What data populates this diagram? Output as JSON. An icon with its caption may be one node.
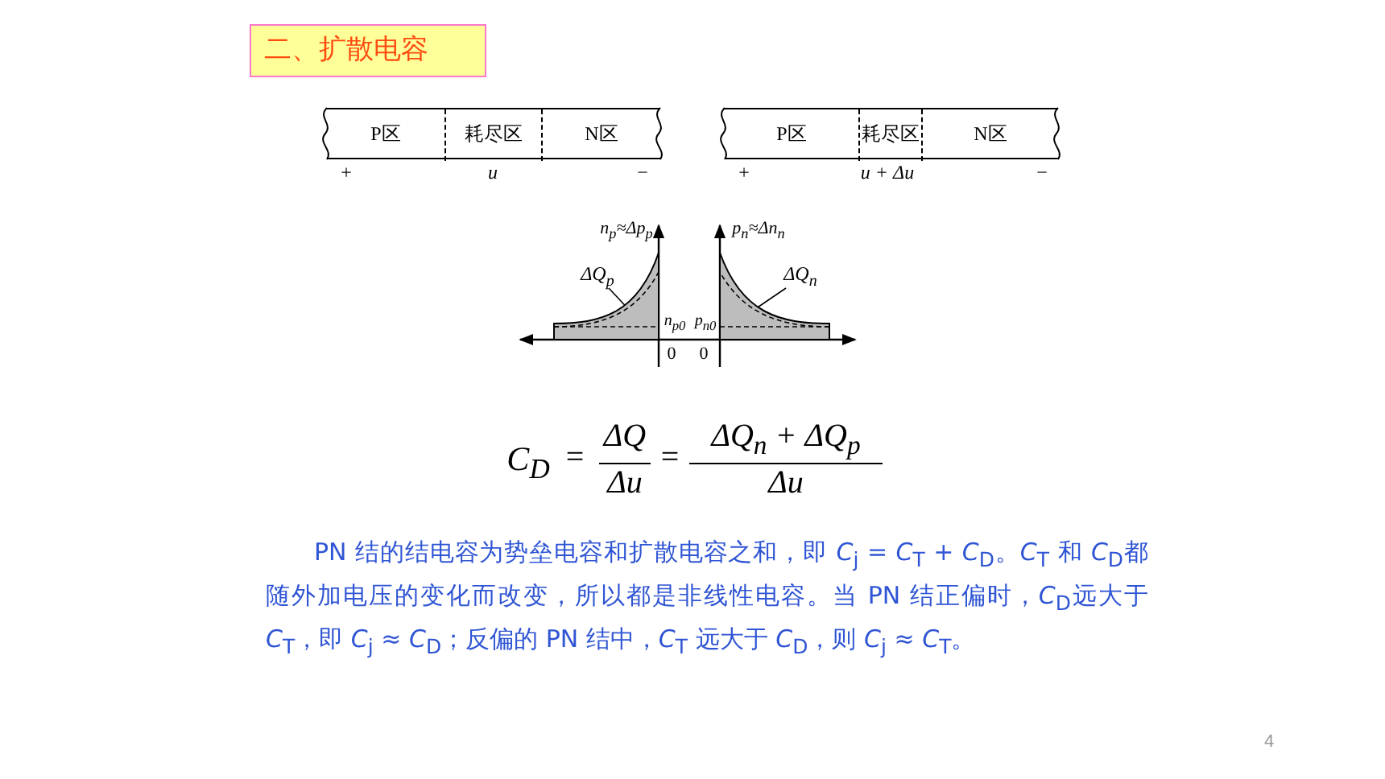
{
  "diagram": {
    "nodes": [
      {
        "text": [
          "二、扩散电容"
        ]
      },
      {
        "text": [],
        "shape": "bar"
      },
      {
        "text": [
          "P区"
        ],
        "in": 1
      },
      {
        "text": [
          "耗尽区"
        ],
        "in": 1
      },
      {
        "text": [
          "N区"
        ],
        "in": 1
      },
      {
        "text": [],
        "shape": "bar"
      },
      {
        "text": [
          "P区"
        ],
        "in": 5
      },
      {
        "text": [
          "耗尽区"
        ],
        "in": 5
      },
      {
        "text": [
          "N区"
        ],
        "in": 5
      },
      {
        "text": [
          "ΔQ$_{p}$"
        ]
      },
      {
        "text": [],
        "shape": "area"
      },
      {
        "text": [
          "ΔQ$_{n}$"
        ]
      },
      {
        "text": [],
        "shape": "area"
      }
    ],
    "edges": [
      {
        "from": 9,
        "to": 10,
        "arrow": "none"
      },
      {
        "from": 11,
        "to": 12,
        "arrow": "none"
      }
    ],
    "labels": [
      "+",
      "u",
      "−",
      "+",
      "u + Δu",
      "−",
      "n$_{p}$≈Δp$_{p}$",
      "p$_{n}$≈Δn$_{n}$",
      "n$_{p0}$",
      "p$_{n0}$",
      "0",
      "0",
      "C$_{D}$",
      "=",
      "ΔQ",
      "Δu",
      "=",
      "ΔQ$_{n}$ + ΔQ$_{p}$",
      "Δu",
      "PN 结的结电容为势垒电容和扩散电容之和，即 *C*$_{j}$ = *C*$_{T}$ + *C*$_{D}$。*C*$_{T}$ 和 *C*$_{D}$都随外加电压的变化而改变，所以都是非线性电容。当 PN 结正偏时，*C*$_{D}$远大于 *C*$_{T}$，即 *C*$_{j}$ ≈ *C*$_{D}$；反偏的 PN 结中，*C*$_{T}$ 远大于 *C*$_{D}$，则 *C*$_{j}$ ≈ *C*$_{T}$。",
      "4"
    ]
  }
}
